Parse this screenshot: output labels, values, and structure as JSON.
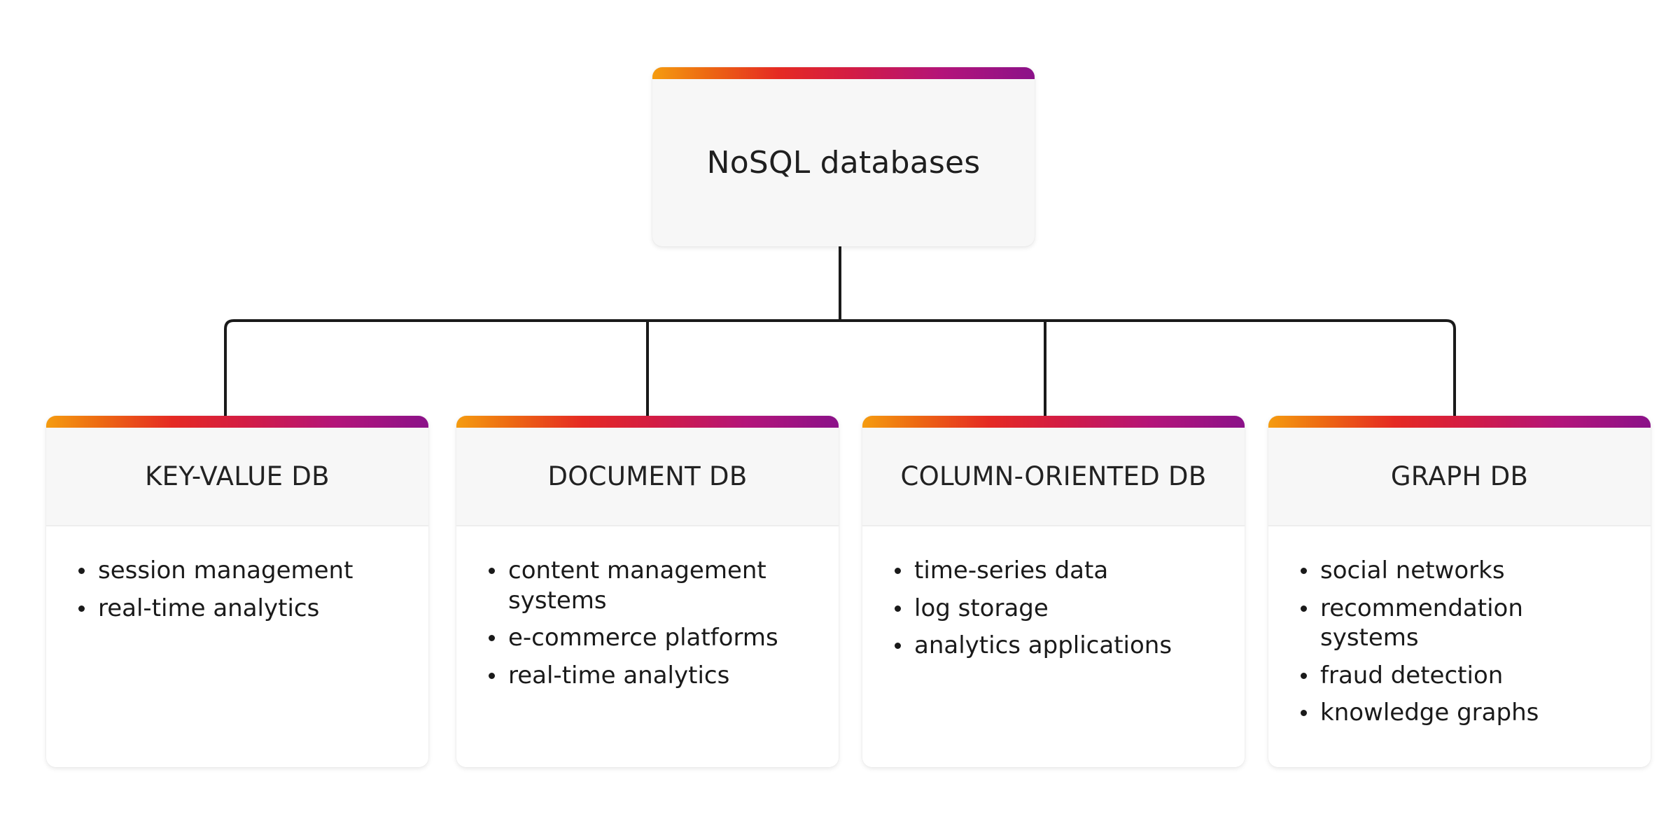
{
  "diagram": {
    "type": "hierarchy-tree",
    "accent_gradient": {
      "from": "#F59C10",
      "mid": "#E52A23",
      "to": "#8B1289"
    },
    "colors": {
      "card_background": "#FFFFFF",
      "header_background": "#F7F7F7",
      "connector_line": "#1A1A1A",
      "text": "#1A1A1A",
      "page_background": "#FFFFFF"
    },
    "root": {
      "title": "NoSQL databases"
    },
    "children": [
      {
        "title": "KEY-VALUE DB",
        "items": [
          "session management",
          "real-time analytics"
        ]
      },
      {
        "title": "DOCUMENT DB",
        "items": [
          "content management systems",
          "e-commerce platforms",
          "real-time analytics"
        ]
      },
      {
        "title": "COLUMN-ORIENTED DB",
        "items": [
          "time-series data",
          "log storage",
          "analytics applications"
        ]
      },
      {
        "title": "GRAPH DB",
        "items": [
          "social networks",
          "recommendation systems",
          "fraud detection",
          "knowledge graphs"
        ]
      }
    ]
  }
}
